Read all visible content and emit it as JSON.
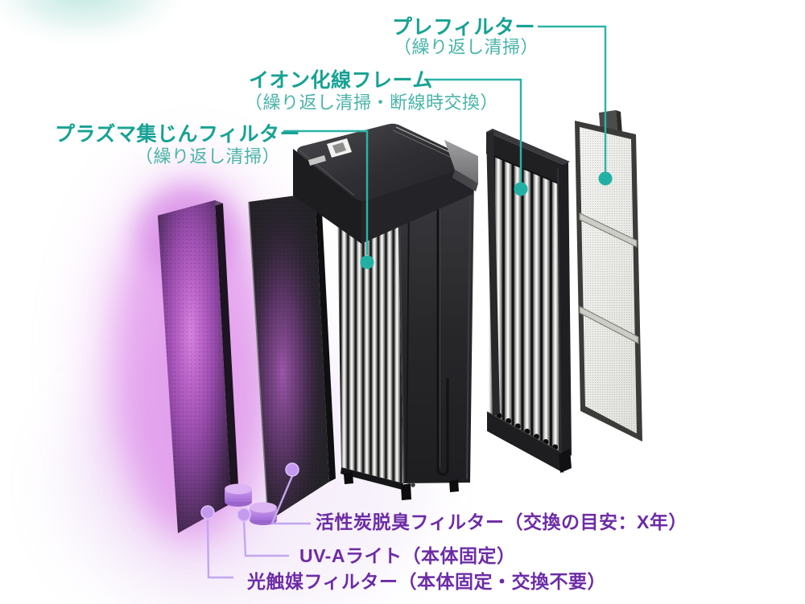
{
  "colors": {
    "background": "#ffffff",
    "teal_label": "#17a294",
    "teal_sub": "#49b3a8",
    "teal_line": "#2ab3a7",
    "teal_dot": "#23b0a4",
    "purple_label": "#6d2ca6",
    "purple_line": "#c2a6ee",
    "purple_dot": "#c49af0",
    "uv_glow": "#c56fd6",
    "corner_glow": "#9ad7cc"
  },
  "annotations": {
    "prefilter": {
      "title": "プレフィルター",
      "subtitle": "（繰り返し清掃）"
    },
    "ionization_frame": {
      "title": "イオン化線フレーム",
      "subtitle": "（繰り返し清掃・断線時交換）"
    },
    "plasma_filter": {
      "title": "プラズマ集じんフィルター",
      "subtitle": "（繰り返し清掃）"
    },
    "carbon_filter": {
      "title": "活性炭脱臭フィルター（交換の目安：X年）"
    },
    "uva_light": {
      "title": "UV-Aライト（本体固定）"
    },
    "photocatalyst_filter": {
      "title": "光触媒フィルター（本体固定・交換不要）"
    }
  }
}
